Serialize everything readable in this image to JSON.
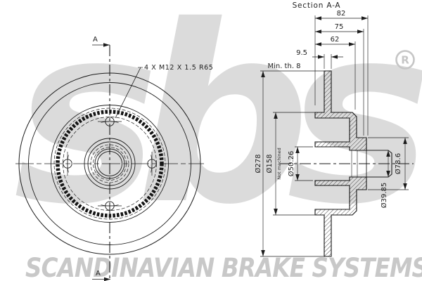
{
  "drawing": {
    "section_title": "Section A-A",
    "section_marker": "A",
    "bolt_label": "4 X M12 X 1.5  R65",
    "dimensions": {
      "overall_width": "82",
      "hub_width": "75",
      "hat_depth": "62",
      "disc_thickness": "9.5",
      "min_thickness": "Min. th. 8",
      "outer_diameter": "Ø278",
      "hat_diameter": "Ø158",
      "hat_surface_note": "Not machined",
      "bore_diameter": "Ø50.26",
      "boss_diameter": "Ø78.6",
      "stub_diameter": "Ø39.85"
    }
  },
  "watermark": {
    "logo": "sbs",
    "registered": "R",
    "footer": "SCANDINAVIAN BRAKE SYSTEMS"
  },
  "colors": {
    "line": "#1c1c1c",
    "watermark_gray": "#dbdbdb",
    "footer_gray": "#c8c8c8"
  }
}
